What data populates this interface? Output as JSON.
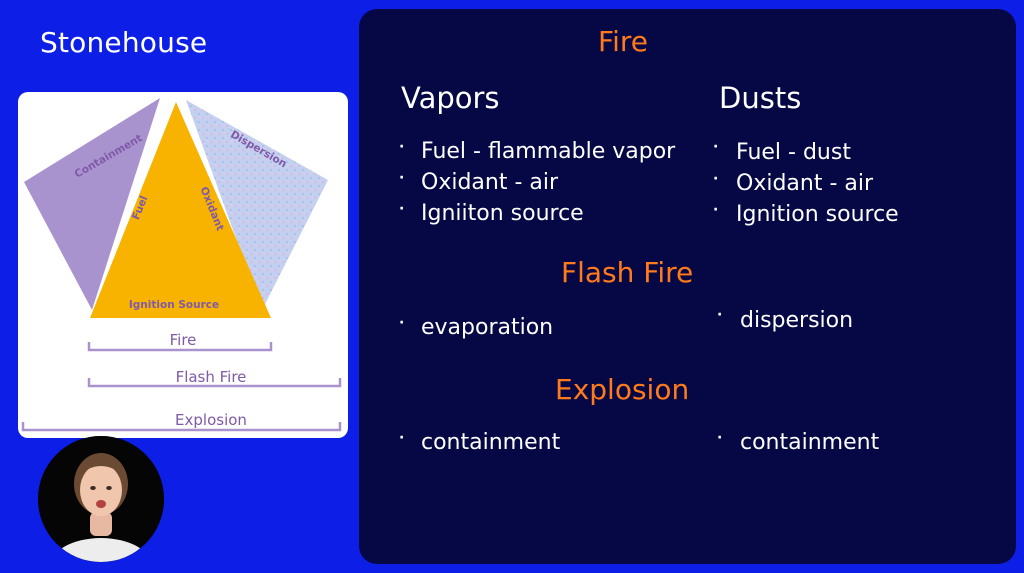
{
  "brand": {
    "name": "Stonehouse"
  },
  "diagram": {
    "labels": {
      "containment": "Containment",
      "dispersion": "Dispersion",
      "fuel": "Fuel",
      "oxidant": "Oxidant",
      "ignition": "Ignition Source",
      "fire": "Fire",
      "flash_fire": "Flash Fire",
      "explosion": "Explosion"
    },
    "colors": {
      "triangle": "#f8b300",
      "containment": "#a993cf",
      "dispersion": "#bccbee",
      "label": "#7f5aa8"
    }
  },
  "panel": {
    "title": "Fire",
    "vapors": {
      "heading": "Vapors",
      "items": [
        "Fuel - flammable vapor",
        "Oxidant - air",
        "Igniiton source"
      ]
    },
    "dusts": {
      "heading": "Dusts",
      "items": [
        "Fuel - dust",
        "Oxidant - air",
        "Ignition source"
      ]
    },
    "flash_fire": {
      "heading": "Flash Fire",
      "vapors_item": "evaporation",
      "dusts_item": "dispersion"
    },
    "explosion": {
      "heading": "Explosion",
      "vapors_item": "containment",
      "dusts_item": "containment"
    },
    "colors": {
      "accent": "#ff7a1a",
      "background": "#050845"
    }
  }
}
